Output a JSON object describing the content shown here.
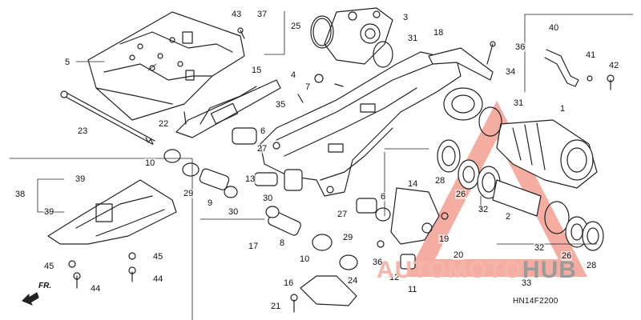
{
  "callouts": [
    "1",
    "2",
    "3",
    "4",
    "5",
    "6",
    "6",
    "7",
    "8",
    "9",
    "10",
    "10",
    "11",
    "12",
    "13",
    "14",
    "15",
    "16",
    "17",
    "18",
    "19",
    "20",
    "21",
    "22",
    "23",
    "24",
    "25",
    "26",
    "26",
    "27",
    "27",
    "28",
    "28",
    "29",
    "29",
    "30",
    "30",
    "31",
    "31",
    "32",
    "32",
    "33",
    "34",
    "35",
    "36",
    "36",
    "37",
    "38",
    "39",
    "39",
    "40",
    "41",
    "42",
    "43",
    "44",
    "44",
    "45",
    "45"
  ],
  "diagram_code": "HN14F2200",
  "front_marker": "FR.",
  "watermark": {
    "part1": "AUTOMOTO",
    "part2": "HUB"
  },
  "colors": {
    "line": "#222222",
    "watermark_red": "#e8472f",
    "watermark_gray": "#9b9b9b"
  }
}
